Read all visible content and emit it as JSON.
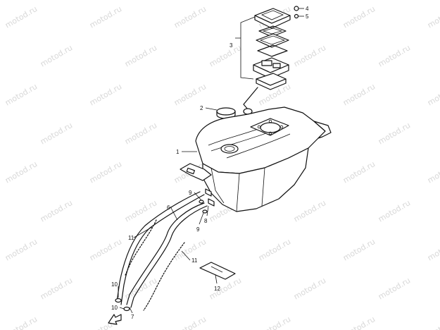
{
  "watermark": {
    "text": "motod.ru"
  },
  "callouts": [
    {
      "id": "1",
      "label": "1"
    },
    {
      "id": "2",
      "label": "2"
    },
    {
      "id": "3",
      "label": "3"
    },
    {
      "id": "4",
      "label": "4"
    },
    {
      "id": "5",
      "label": "5"
    },
    {
      "id": "6",
      "label": "6"
    },
    {
      "id": "7",
      "label": "7"
    },
    {
      "id": "8",
      "label": "8"
    },
    {
      "id": "9a",
      "label": "9"
    },
    {
      "id": "9b",
      "label": "9"
    },
    {
      "id": "10a",
      "label": "10"
    },
    {
      "id": "10b",
      "label": "10"
    },
    {
      "id": "11a",
      "label": "11"
    },
    {
      "id": "11b",
      "label": "11"
    },
    {
      "id": "12",
      "label": "12"
    }
  ]
}
